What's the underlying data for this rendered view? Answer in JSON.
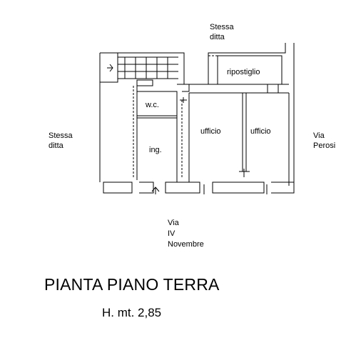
{
  "plan": {
    "title": "PIANTA PIANO TERRA",
    "height_note": "H. mt. 2,85",
    "rooms": {
      "ripostiglio": "ripostiglio",
      "wc": "w.c.",
      "ingresso": "ing.",
      "ufficio_1": "ufficio",
      "ufficio_2": "ufficio"
    },
    "surroundings": {
      "stessa_ditta_top": [
        "Stessa",
        "ditta"
      ],
      "stessa_ditta_left": [
        "Stessa",
        "ditta"
      ],
      "via_perosi": [
        "Via",
        "Perosi"
      ],
      "via_iv_novembre": [
        "Via",
        "IV",
        "Novembre"
      ]
    },
    "colors": {
      "line": "#000000",
      "background": "#ffffff"
    }
  }
}
